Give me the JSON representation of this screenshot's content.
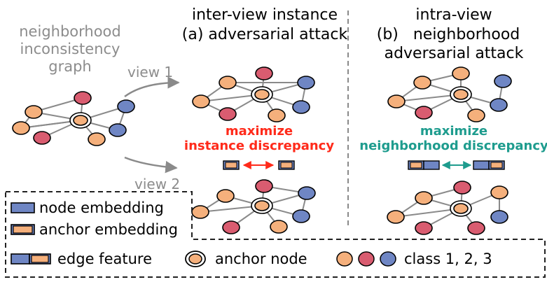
{
  "left": {
    "graph_title": [
      "neighborhood",
      "inconsistency",
      "graph"
    ],
    "view1": "view 1",
    "view2": "view 2"
  },
  "panel_a": {
    "title_line1": "inter-view instance",
    "title_line2": "(a) adversarial attack",
    "objective_line1": "maximize",
    "objective_line2": "instance discrepancy"
  },
  "panel_b": {
    "title_line1": "intra-view",
    "title_line2": "(b)   neighborhood",
    "title_line3": "adversarial attack",
    "objective_line1": "maximize",
    "objective_line2": "neighborhood discrepancy"
  },
  "legend": {
    "node_embedding": "node embedding",
    "anchor_embedding": "anchor embedding",
    "edge_feature": "edge feature",
    "anchor_node": "anchor node",
    "classes": "class 1, 2, 3"
  },
  "colors": {
    "class1": "#f5b07c",
    "class2": "#d95c70",
    "class3": "#6f86c4",
    "edge": "#8a8a8a",
    "red_text": "#ff2a1a",
    "teal_text": "#1e9c8e"
  }
}
